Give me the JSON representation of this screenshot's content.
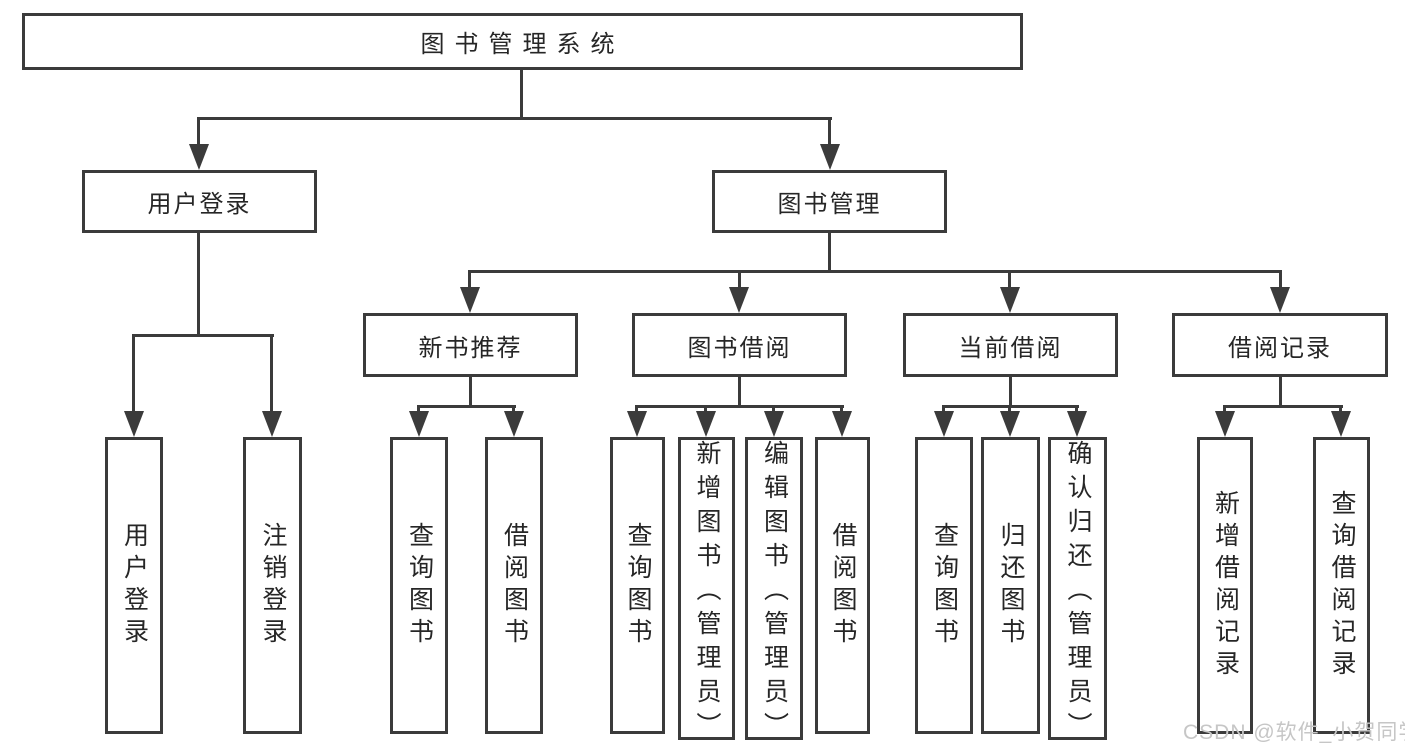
{
  "labels": {
    "root": "图书管理系统",
    "user_login": "用户登录",
    "book_mgmt": "图书管理",
    "new_book_rec": "新书推荐",
    "book_borrow": "图书借阅",
    "current_borrow": "当前借阅",
    "borrow_record": "借阅记录",
    "leaf_user_login": "用户登录",
    "leaf_logout": "注销登录",
    "leaf_query_book_1": "查询图书",
    "leaf_borrow_book_1": "借阅图书",
    "leaf_query_book_2": "查询图书",
    "leaf_add_book": "新增图书（管理员）",
    "leaf_edit_book": "编辑图书（管理员）",
    "leaf_borrow_book_2": "借阅图书",
    "leaf_query_book_3": "查询图书",
    "leaf_return_book": "归还图书",
    "leaf_confirm_return": "确认归还（管理员）",
    "leaf_add_record": "新增借阅记录",
    "leaf_query_record": "查询借阅记录"
  },
  "tree": {
    "root": "图书管理系统",
    "children": [
      {
        "label": "用户登录",
        "children": [
          "用户登录",
          "注销登录"
        ]
      },
      {
        "label": "图书管理",
        "children": [
          {
            "label": "新书推荐",
            "children": [
              "查询图书",
              "借阅图书"
            ]
          },
          {
            "label": "图书借阅",
            "children": [
              "查询图书",
              "新增图书（管理员）",
              "编辑图书（管理员）",
              "借阅图书"
            ]
          },
          {
            "label": "当前借阅",
            "children": [
              "查询图书",
              "归还图书",
              "确认归还（管理员）"
            ]
          },
          {
            "label": "借阅记录",
            "children": [
              "新增借阅记录",
              "查询借阅记录"
            ]
          }
        ]
      }
    ]
  },
  "watermark": "CSDN @软件_小贺同学",
  "colors": {
    "line": "#3b3b3b",
    "text": "#262626",
    "watermark": "#c6c6c6",
    "background": "#ffffff"
  }
}
